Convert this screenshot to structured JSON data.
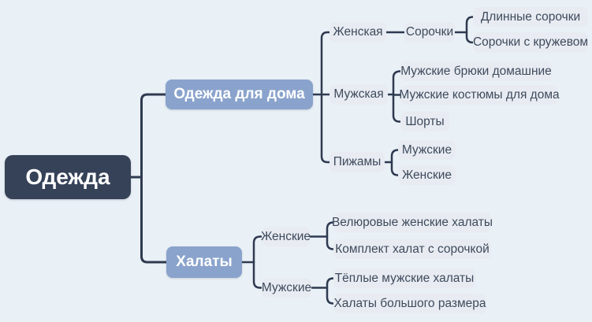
{
  "colors": {
    "background": "#e9f0f6",
    "root_node": "#364258",
    "branch_node": "#8aa3cc",
    "leaf_node": "#e8ecf2",
    "leaf_text": "#3e4a5c",
    "connector": "#2e3a50"
  },
  "tree": {
    "label": "Одежда",
    "children": [
      {
        "label": "Одежда для дома",
        "children": [
          {
            "label": "Женская",
            "children": [
              {
                "label": "Сорочки",
                "children": [
                  {
                    "label": "Длинные сорочки"
                  },
                  {
                    "label": "Сорочки с кружевом"
                  }
                ]
              }
            ]
          },
          {
            "label": "Мужская",
            "children": [
              {
                "label": "Мужские брюки домашние"
              },
              {
                "label": "Мужские костюмы для дома"
              },
              {
                "label": "Шорты"
              }
            ]
          },
          {
            "label": "Пижамы",
            "children": [
              {
                "label": "Мужские"
              },
              {
                "label": "Женские"
              }
            ]
          }
        ]
      },
      {
        "label": "Халаты",
        "children": [
          {
            "label": "Женские",
            "children": [
              {
                "label": "Велюровые женские халаты"
              },
              {
                "label": "Комплект халат с сорочкой"
              }
            ]
          },
          {
            "label": "Мужские",
            "children": [
              {
                "label": "Тёплые мужские халаты"
              },
              {
                "label": "Халаты большого размера"
              }
            ]
          }
        ]
      }
    ]
  }
}
